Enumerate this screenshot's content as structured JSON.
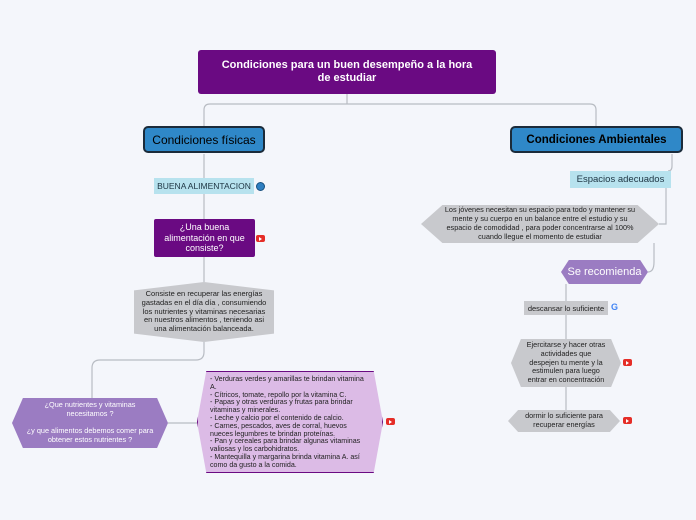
{
  "root": {
    "title": "Condiciones para un buen desempeño a la hora de estudiar"
  },
  "left": {
    "title": "Condiciones físicas",
    "tag": "BUENA ALIMENTACION",
    "question": "¿Una buena alimentación en que consiste?",
    "answer": "Consiste en recuperar las energías gastadas en el día día , consumiendo los nutrientes y vitaminas necesarias en nuestros alimentos , teniendo asi una alimentación balanceada.",
    "nutrients_q1": "¿Que nutrientes y vitaminas necesitamos ?",
    "nutrients_q2": "¿y que alimentos debemos comer para obtener estos nutrientes ?",
    "foods": "- Verduras verdes y amarillas te brindan vitamina A.\n- Cítricos, tomate, repollo por la vitamina C.\n- Papas y otras verduras y frutas para brindar vitaminas y minerales.\n- Leche y calcio por el contenido de calcio.\n- Carnes, pescados, aves de corral, huevos nueces legumbres te brindan proteínas.\n- Pan y cereales para brindar algunas vitaminas valiosas y los carbohidratos.\n- Mantequilla y margarina brinda vitamina A. así como da gusto a la comida."
  },
  "right": {
    "title": "Condiciones Ambientales",
    "tag": "Espacios adecuados",
    "description": "Los jóvenes necesitan su espacio  para todo y mantener su mente y su cuerpo en un balance entre el estudio y su espacio de comodidad , para poder concentrarse al 100% cuando llegue el momento de estudiar",
    "recommend": "Se recomienda",
    "rest": "descansar lo suficiente",
    "exercise": "Ejercitarse y hacer otras actividades que despejen tu mente y la estimulen para luego entrar en concentración",
    "sleep": "dormir lo suficiente para recuperar energías"
  },
  "icons": {
    "youtube": "youtube-icon",
    "globe": "globe-icon",
    "google": "google-icon",
    "google_letter": "G"
  },
  "colors": {
    "root": "#6a0a82",
    "main_node": "#2f88c8",
    "tag": "#b7e2ee",
    "hex_grey": "#c8c9cd",
    "lavender": "#9b7cc2",
    "light_purple": "#dcbbe6"
  }
}
